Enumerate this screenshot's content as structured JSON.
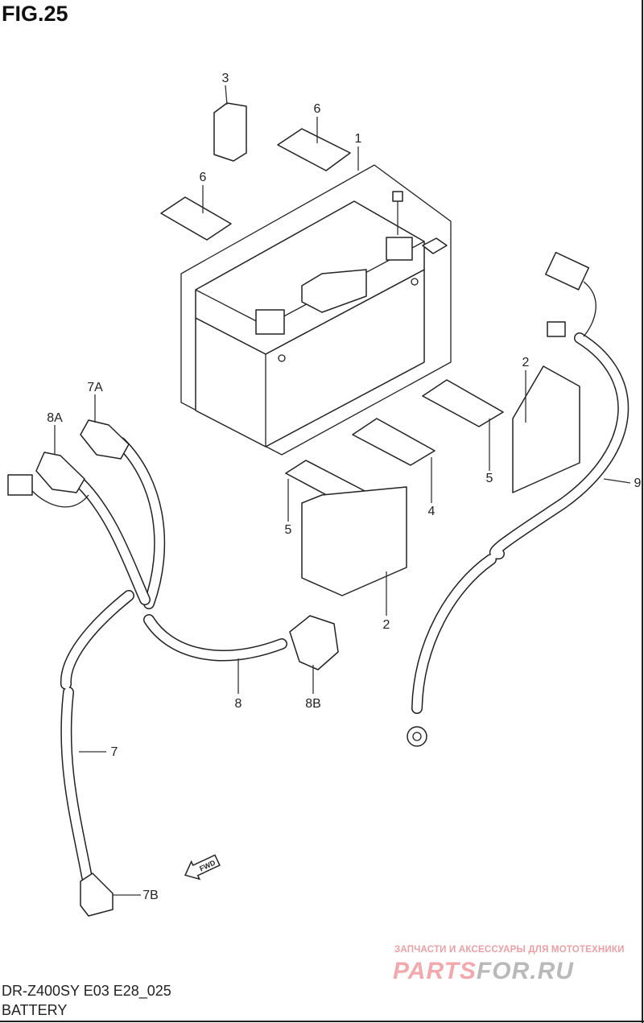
{
  "figure": {
    "title": "FIG.25"
  },
  "callouts": {
    "battery": "1",
    "cover_2a": "2",
    "cover_2b": "2",
    "part_3": "3",
    "pad_4": "4",
    "pad_5a": "5",
    "pad_5b": "5",
    "pad_6a": "6",
    "pad_6b": "6",
    "cable_7": "7",
    "cap_7a": "7A",
    "cap_7b": "7B",
    "cable_8": "8",
    "cap_8a": "8A",
    "cap_8b": "8B",
    "cable_9": "9"
  },
  "fwd_arrow": {
    "label": "FWD"
  },
  "footer": {
    "code": "DR-Z400SY E03 E28_025",
    "name": "BATTERY"
  },
  "watermark": {
    "tagline": "ЗАПЧАСТИ И АКСЕССУАРЫ ДЛЯ МОТОТЕХНИКИ",
    "logo_part1": "PARTS",
    "logo_part2": "FOR.RU"
  }
}
